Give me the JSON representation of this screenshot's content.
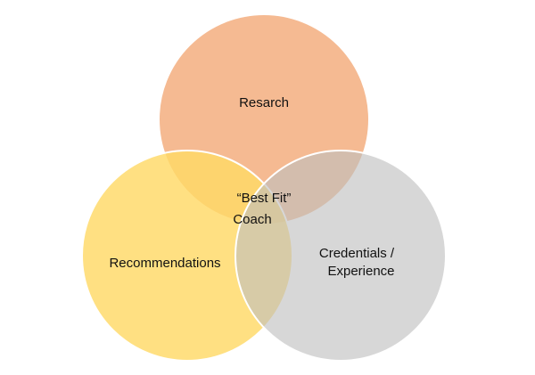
{
  "diagram": {
    "type": "venn",
    "circles": [
      {
        "id": "research",
        "label": "Resarch",
        "fill": "#F4B183"
      },
      {
        "id": "recommendations",
        "label": "Recommendations",
        "fill": "#FFD966"
      },
      {
        "id": "credentials",
        "label_line1": "Credentials /",
        "label_line2": "Experience",
        "fill": "#BFBFBF"
      }
    ],
    "center": {
      "label_line1": "“Best Fit”",
      "label_line2": "Coach"
    },
    "outline_color": "#ffffff"
  }
}
